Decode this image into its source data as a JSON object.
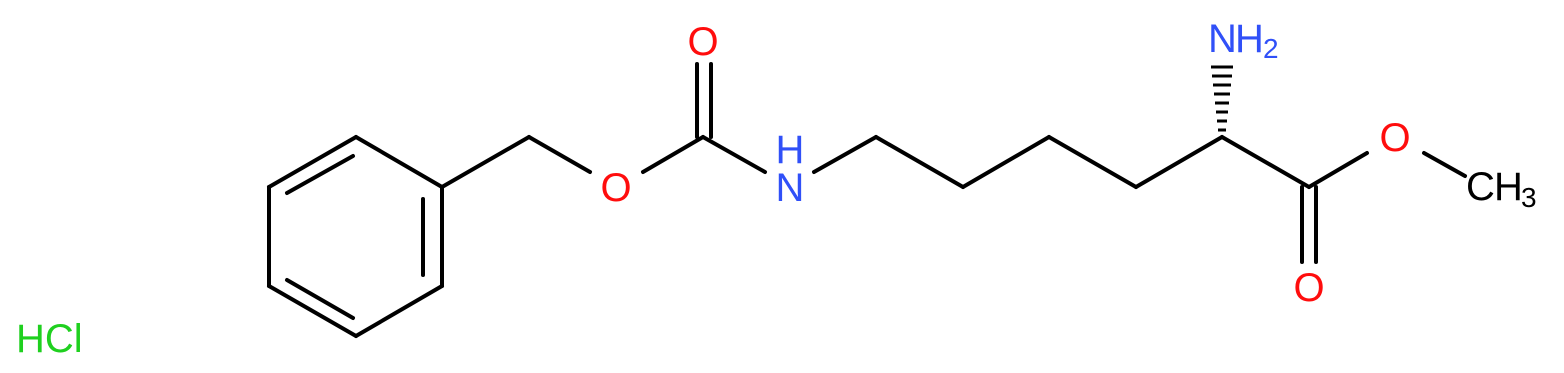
{
  "molecule": {
    "salt": "HCl",
    "atoms": {
      "carbonyl_oxygen": "O",
      "ester_oxygen": "O",
      "amide_nitrogen": "N",
      "amide_hydrogen": "H",
      "amine_nitrogen": "N",
      "amine_hydrogen": "H",
      "amine_subscript": "2",
      "methyl_oxygen": "O",
      "methyl_carbon": "C",
      "methyl_hydrogen": "H",
      "methyl_subscript": "3",
      "ester_carbonyl_oxygen": "O"
    }
  },
  "colors": {
    "bond": "#000000",
    "oxygen": "#ff0d0d",
    "nitrogen": "#3050f8",
    "chlorine": "#1fd01f",
    "carbon_hydrogen": "#000000"
  }
}
